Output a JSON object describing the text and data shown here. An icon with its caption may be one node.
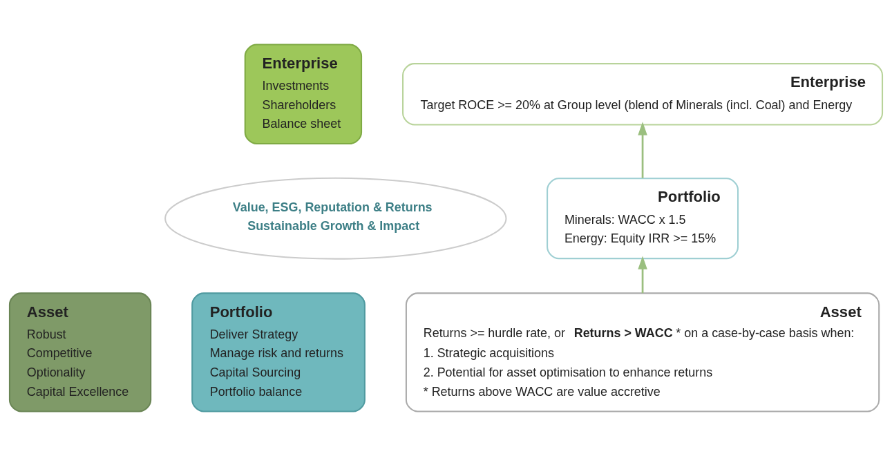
{
  "diagram": {
    "nodes": [
      {
        "text": [
          "Enterprise",
          "Investments",
          "Shareholders",
          "Balance sheet"
        ]
      },
      {
        "text": [
          "Asset",
          "Robust",
          "Competitive",
          "Optionality",
          "Capital Excellence"
        ]
      },
      {
        "text": [
          "Portfolio",
          "Deliver Strategy",
          "Manage risk and returns",
          "Capital Sourcing",
          "Portfolio balance"
        ]
      },
      {
        "text": [
          "Value, ESG, Reputation & Returns",
          "Sustainable Growth & Impact"
        ]
      },
      {
        "text": [
          "Enterprise",
          "Target ROCE >= 20% at Group level (blend of Minerals (incl. Coal) and Energy"
        ]
      },
      {
        "text": [
          "Portfolio",
          "Minerals: WACC x 1.5",
          "Energy: Equity IRR >= 15%"
        ]
      },
      {
        "text": [
          "Asset",
          "Returns >= hurdle rate, or **Returns > WACC*** on a case-by-case basis when:",
          "1. Strategic acquisitions",
          "2. Potential for asset optimisation to enhance returns",
          "* Returns above WACC are value accretive"
        ]
      }
    ],
    "edges": [
      {
        "from": 6,
        "to": 5,
        "arrow": "to"
      },
      {
        "from": 5,
        "to": 4,
        "arrow": "to"
      }
    ]
  }
}
